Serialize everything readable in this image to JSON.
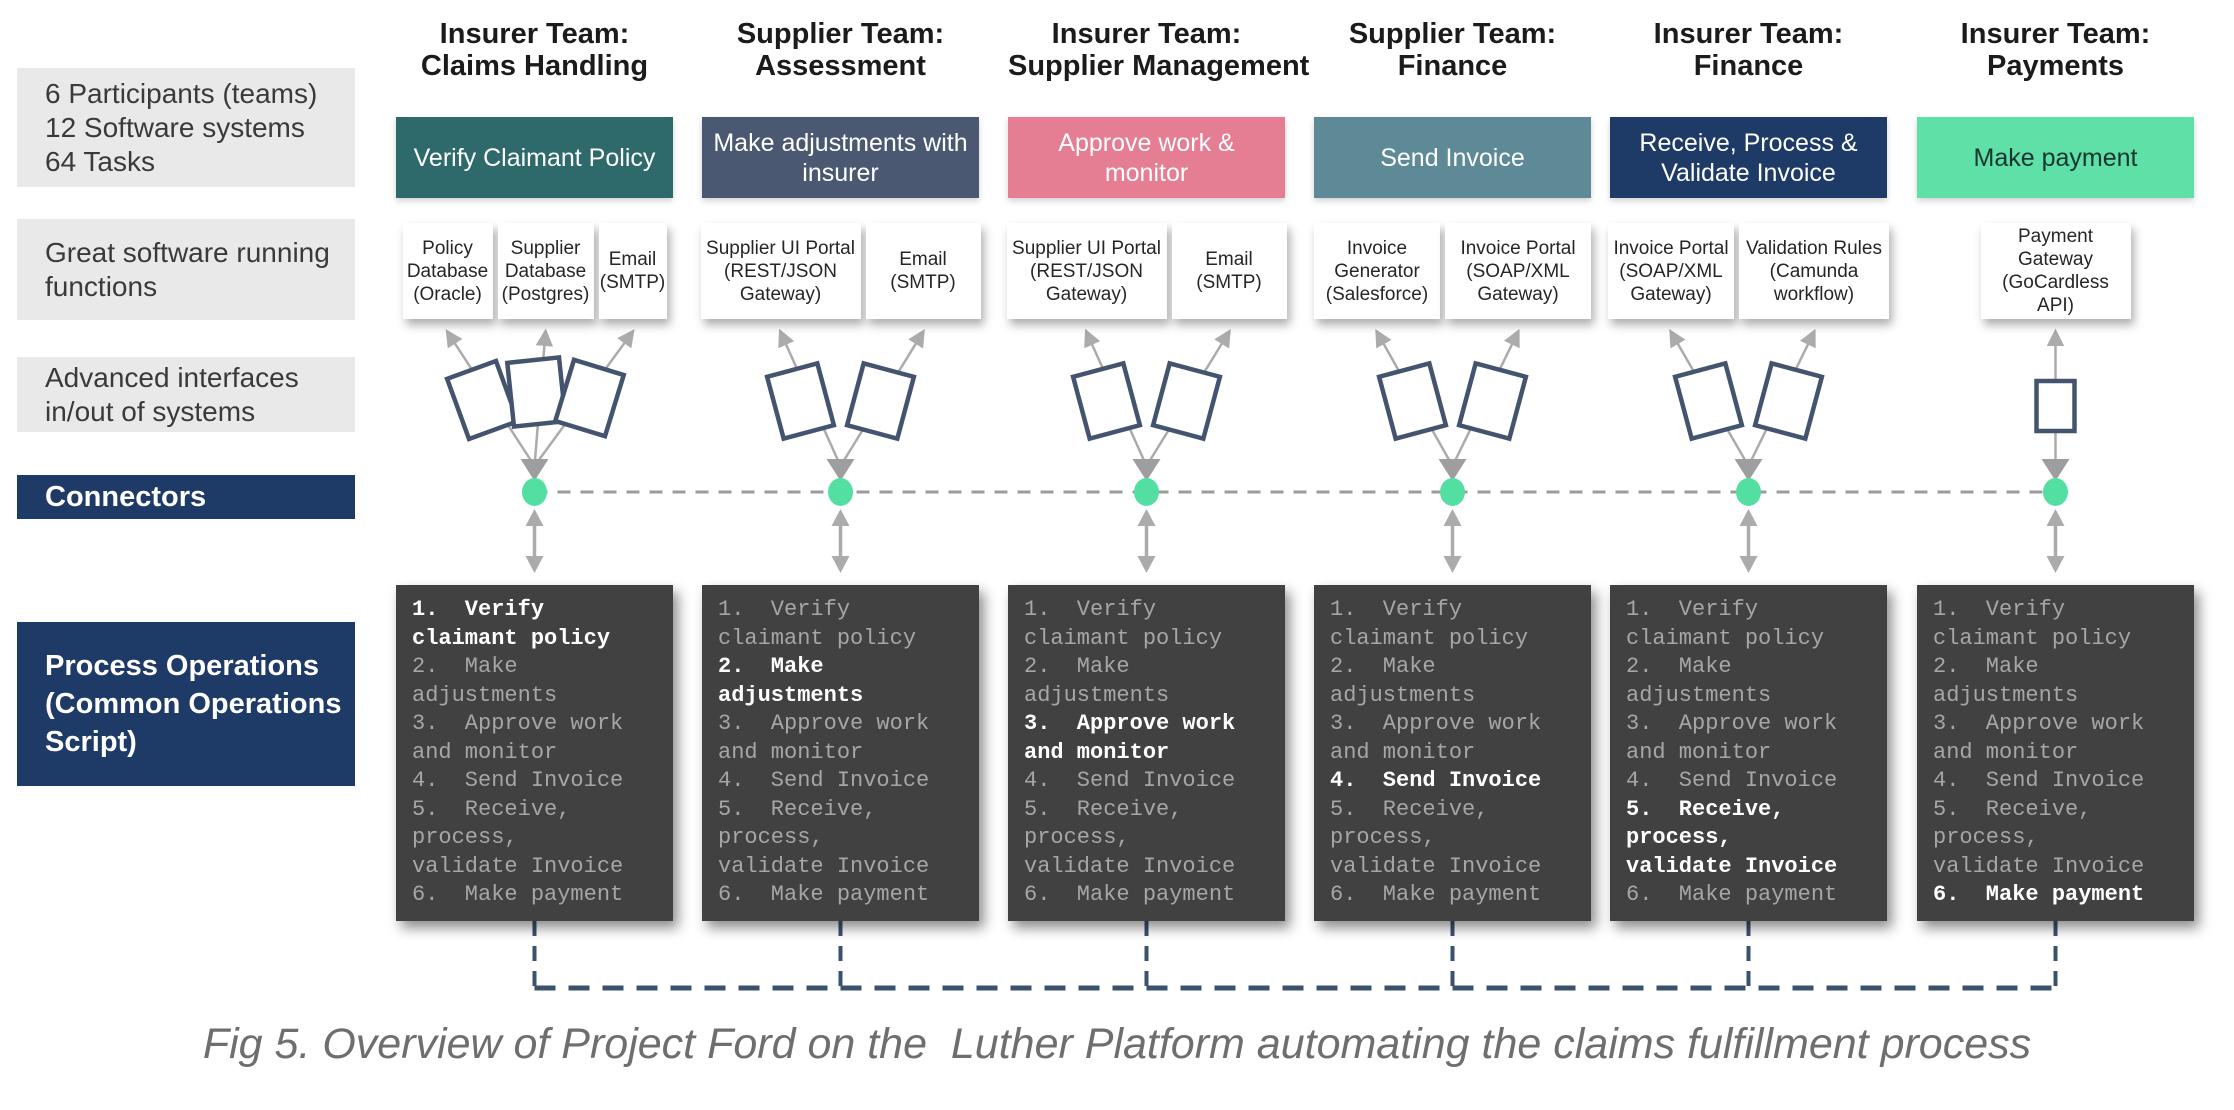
{
  "figure": {
    "caption": "Fig 5. Overview of Project Ford on the  Luther Platform automating the claims fulfillment process"
  },
  "sidebar": {
    "stats_lines": [
      "6 Participants (teams)",
      "12 Software systems",
      "64 Tasks"
    ],
    "software_lines": [
      "Great software running",
      "functions"
    ],
    "interfaces_lines": [
      "Advanced interfaces",
      "in/out of systems"
    ],
    "connectors_label": "Connectors",
    "process_lines": [
      "Process Operations",
      "(Common Operations",
      "Script)"
    ]
  },
  "process_steps_lines": [
    {
      "step": 1,
      "text": "1.  Verify"
    },
    {
      "step": 1,
      "text": "claimant policy"
    },
    {
      "step": 2,
      "text": "2.  Make"
    },
    {
      "step": 2,
      "text": "adjustments"
    },
    {
      "step": 3,
      "text": "3.  Approve work"
    },
    {
      "step": 3,
      "text": "and monitor"
    },
    {
      "step": 4,
      "text": "4.  Send Invoice"
    },
    {
      "step": 5,
      "text": "5.  Receive,"
    },
    {
      "step": 5,
      "text": "process,"
    },
    {
      "step": 5,
      "text": "validate Invoice"
    },
    {
      "step": 6,
      "text": "6.  Make payment"
    }
  ],
  "columns": [
    {
      "team_lines": [
        "Insurer Team:",
        "Claims Handling"
      ],
      "task": "Verify Claimant Policy",
      "task_bg": "#2e6a6c",
      "task_fg": "#ffffff",
      "active_step": 1,
      "interfaces": 3,
      "systems": [
        {
          "label": "Policy Database (Oracle)",
          "w": 90
        },
        {
          "label": "Supplier Database (Postgres)",
          "w": 96
        },
        {
          "label": "Email (SMTP)",
          "w": 68
        }
      ]
    },
    {
      "team_lines": [
        "Supplier Team:",
        "Assessment"
      ],
      "task": "Make adjustments with insurer",
      "task_bg": "#4b5872",
      "task_fg": "#ffffff",
      "active_step": 2,
      "interfaces": 2,
      "systems": [
        {
          "label": "Supplier UI Portal (REST/JSON Gateway)",
          "w": 160
        },
        {
          "label": "Email (SMTP)",
          "w": 115
        }
      ]
    },
    {
      "team_lines": [
        "Insurer Team:",
        "Supplier Management"
      ],
      "task": "Approve work & monitor",
      "task_bg": "#e57e92",
      "task_fg": "#ffffff",
      "active_step": 3,
      "interfaces": 2,
      "systems": [
        {
          "label": "Supplier UI Portal (REST/JSON Gateway)",
          "w": 160
        },
        {
          "label": "Email (SMTP)",
          "w": 115
        }
      ]
    },
    {
      "team_lines": [
        "Supplier Team:",
        "Finance"
      ],
      "task": "Send Invoice",
      "task_bg": "#5d8a96",
      "task_fg": "#ffffff",
      "active_step": 4,
      "interfaces": 2,
      "systems": [
        {
          "label": "Invoice Generator (Salesforce)",
          "w": 126
        },
        {
          "label": "Invoice Portal (SOAP/XML Gateway)",
          "w": 146
        }
      ]
    },
    {
      "team_lines": [
        "Insurer Team:",
        "Finance"
      ],
      "task": "Receive, Process & Validate Invoice",
      "task_bg": "#1e3a67",
      "task_fg": "#ffffff",
      "active_step": 5,
      "interfaces": 2,
      "systems": [
        {
          "label": "Invoice Portal (SOAP/XML Gateway)",
          "w": 126
        },
        {
          "label": "Validation Rules (Camunda workflow)",
          "w": 150
        }
      ]
    },
    {
      "team_lines": [
        "Insurer Team:",
        "Payments"
      ],
      "task": "Make payment",
      "task_bg": "#5fe0a6",
      "task_fg": "#173530",
      "active_step": 6,
      "interfaces": 1,
      "systems": [
        {
          "label": "Payment Gateway (GoCardless API)",
          "w": 150
        }
      ]
    }
  ],
  "colors": {
    "navy": "#1e3a67",
    "sidebar_gray": "#e9e9e9",
    "sidebar_text": "#3a3a3a",
    "title_text": "#1b1b1b",
    "system_text": "#262626",
    "box_dark": "#414141",
    "inactive_text": "#a6a6a6",
    "active_text": "#ffffff",
    "connector_green": "#54dfa2",
    "arrow_gray": "#ababab",
    "dash_gray": "#9b9b9b",
    "shape_stroke": "#44546f",
    "bottom_dash": "#3a526e",
    "caption_text": "#6e6e6e"
  }
}
